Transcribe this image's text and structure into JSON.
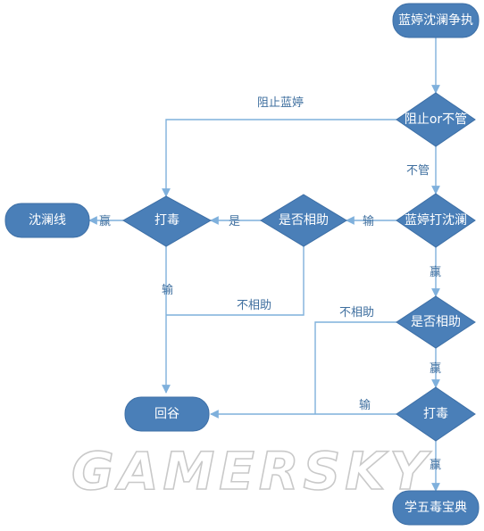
{
  "nodes": {
    "start": "蓝婷沈澜争执",
    "stop_or_ignore": "阻止or不管",
    "fight_shenlan": "蓝婷打沈澜",
    "help_or_not_1": "是否相助",
    "poison_left": "打毒",
    "shenlan_route": "沈澜线",
    "help_or_not_2": "是否相助",
    "poison_right": "打毒",
    "return_valley": "回谷",
    "learn_five_poison": "学五毒宝典"
  },
  "edges": {
    "stop_lanting": "阻止蓝婷",
    "ignore": "不管",
    "lose_1": "输",
    "yes": "是",
    "win_left": "赢",
    "lose_left": "输",
    "no_help_1": "不相助",
    "win_1": "赢",
    "no_help_2": "不相助",
    "win_2": "赢",
    "lose_right": "输",
    "win_3": "赢"
  },
  "watermark": "GAMERSKY",
  "colors": {
    "node": "#4a7fb8",
    "edge": "#7fb0dc",
    "label": "#3f6f9f"
  }
}
